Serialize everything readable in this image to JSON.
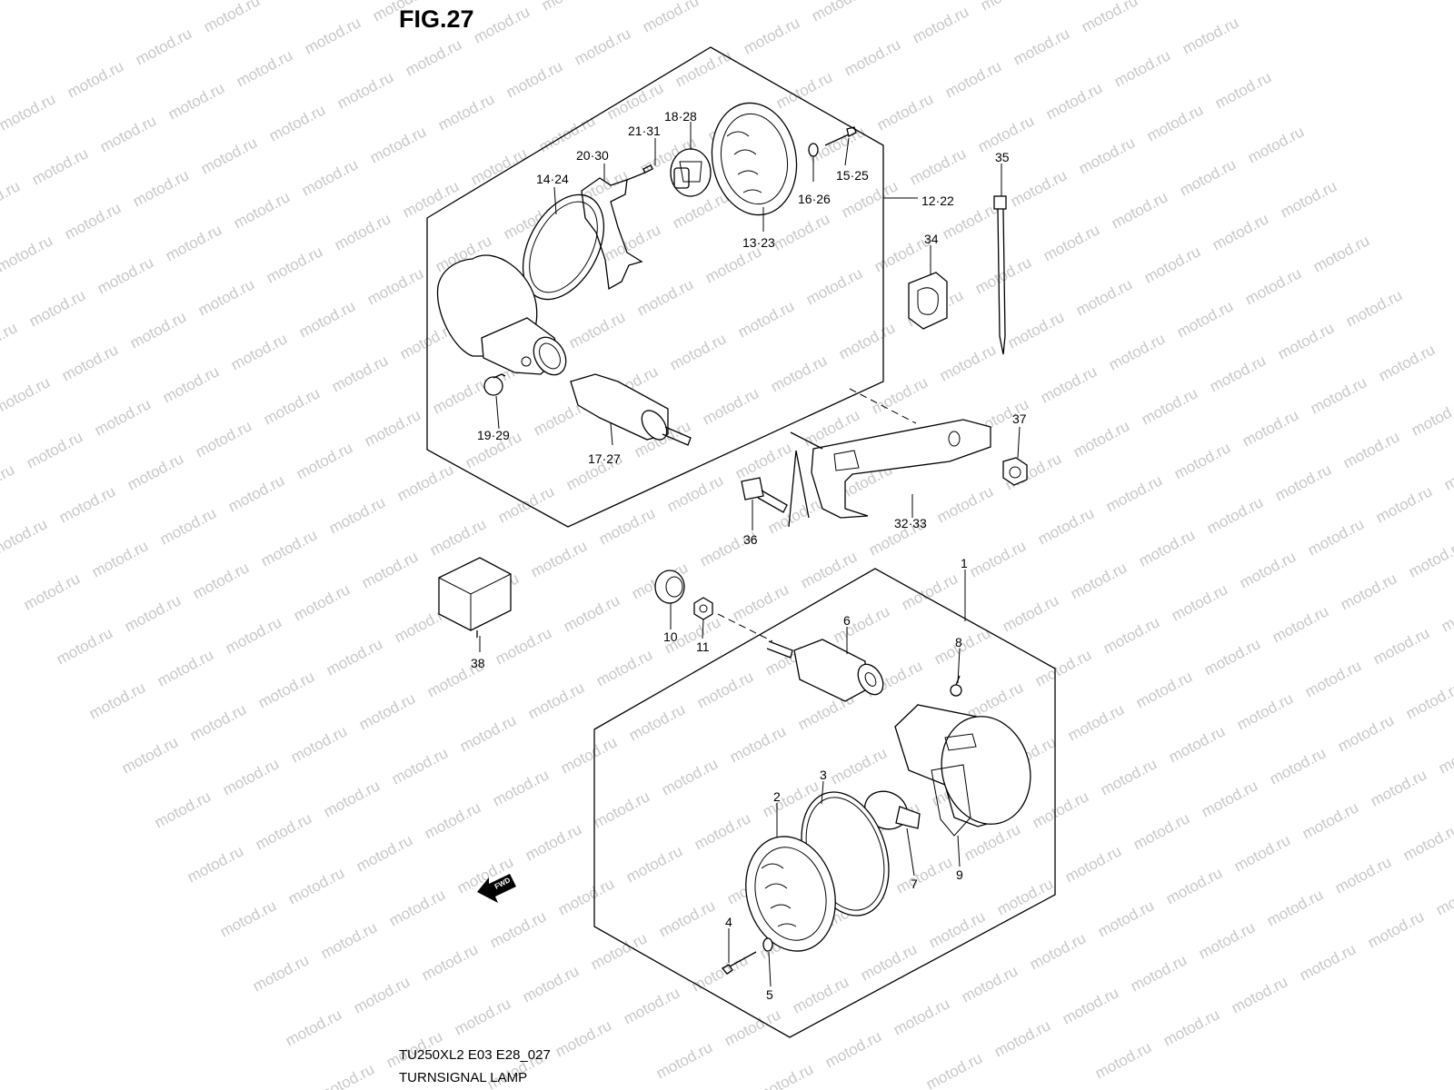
{
  "figure": {
    "title": "FIG.27",
    "model_code": "TU250XL2 E03 E28_027",
    "section_name": "TURNSIGNAL LAMP",
    "watermark": "motod.ru",
    "fwd_arrow_label": "FWD"
  },
  "callouts": {
    "c1": "1",
    "c2": "2",
    "c3": "3",
    "c4": "4",
    "c5": "5",
    "c6": "6",
    "c7": "7",
    "c8": "8",
    "c9": "9",
    "c10": "10",
    "c11": "11",
    "c12_22": "12·22",
    "c13_23": "13·23",
    "c14_24": "14·24",
    "c15_25": "15·25",
    "c16_26": "16·26",
    "c17_27": "17·27",
    "c18_28": "18·28",
    "c19_29": "19·29",
    "c20_30": "20·30",
    "c21_31": "21·31",
    "c32_33": "32·33",
    "c34": "34",
    "c35": "35",
    "c36": "36",
    "c37": "37",
    "c38": "38"
  }
}
